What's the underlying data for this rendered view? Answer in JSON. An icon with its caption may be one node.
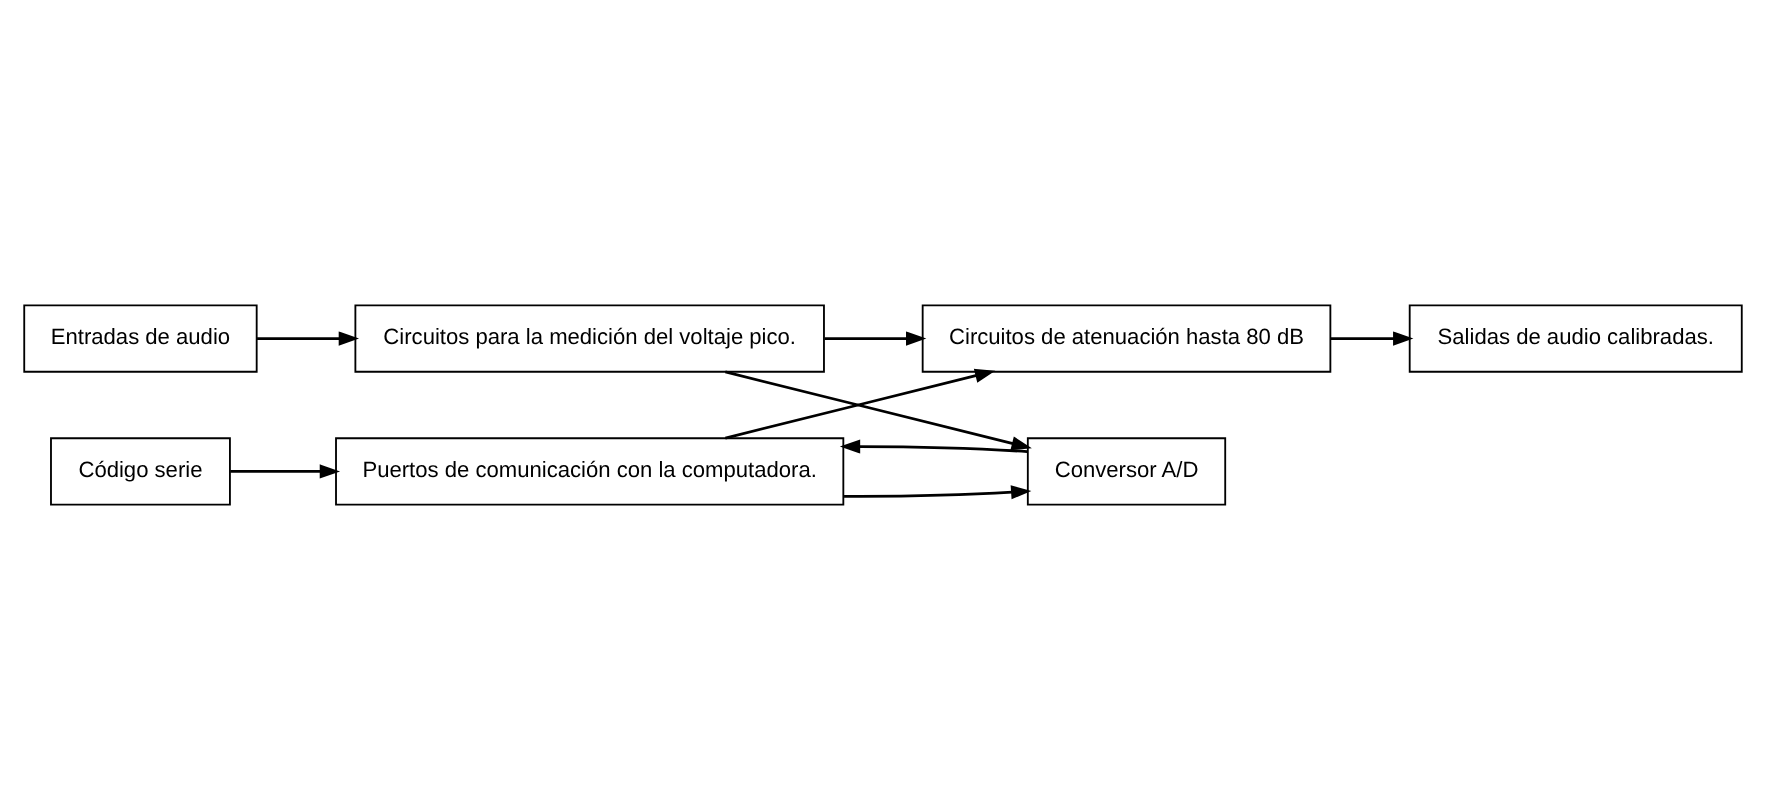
{
  "diagram": {
    "nodes": [
      {
        "text": [
          "Código serie"
        ]
      },
      {
        "text": [
          "Entradas de audio"
        ]
      },
      {
        "text": [
          "Circuitos para la medición del voltaje pico."
        ]
      },
      {
        "text": [
          "Conversor A/D"
        ]
      },
      {
        "text": [
          "Puertos de comunicación con la computadora."
        ]
      },
      {
        "text": [
          "Circuitos de atenuación hasta 80 dB"
        ]
      },
      {
        "text": [
          "Salidas de audio calibradas."
        ]
      }
    ],
    "edges": [
      {
        "from": 1,
        "to": 2,
        "arrow": "to"
      },
      {
        "from": 2,
        "to": 3,
        "arrow": "to"
      },
      {
        "from": 2,
        "to": 5,
        "arrow": "to"
      },
      {
        "from": 0,
        "to": 4,
        "arrow": "to"
      },
      {
        "from": 3,
        "to": 4,
        "arrow": "to"
      },
      {
        "from": 4,
        "to": 3,
        "arrow": "to"
      },
      {
        "from": 4,
        "to": 5,
        "arrow": "to"
      },
      {
        "from": 5,
        "to": 6,
        "arrow": "to"
      }
    ]
  }
}
